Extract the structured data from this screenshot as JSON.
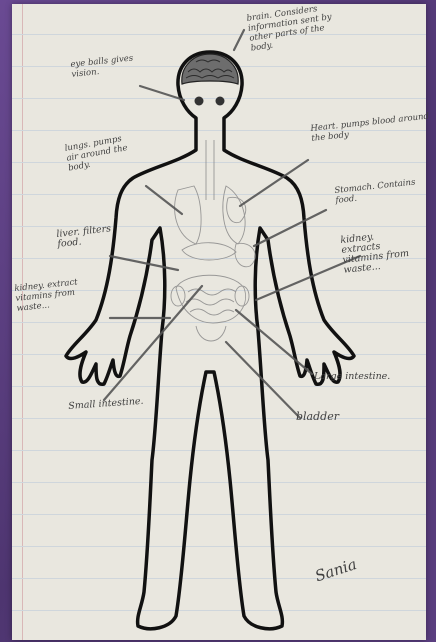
{
  "labels": {
    "brain": "brain. Considers\ninformation sent by\nother parts of the\nbody.",
    "eye": "eye balls gives\nvision.",
    "lungs": "lungs. pumps\nair around the\nbody.",
    "heart": "Heart. pumps blood around\nthe body",
    "stomach": "Stomach. Contains\nfood.",
    "liver": "liver. filters\nfood.",
    "kidney_right": "kidney.\nextracts\nvitamins from\nwaste...",
    "kidney_left": "kidney. extract\nvitamins from\nwaste...",
    "large_intestine": "Large intestine.",
    "small_intestine": "Small intestine.",
    "bladder": "bladder",
    "signature": "Sania"
  }
}
